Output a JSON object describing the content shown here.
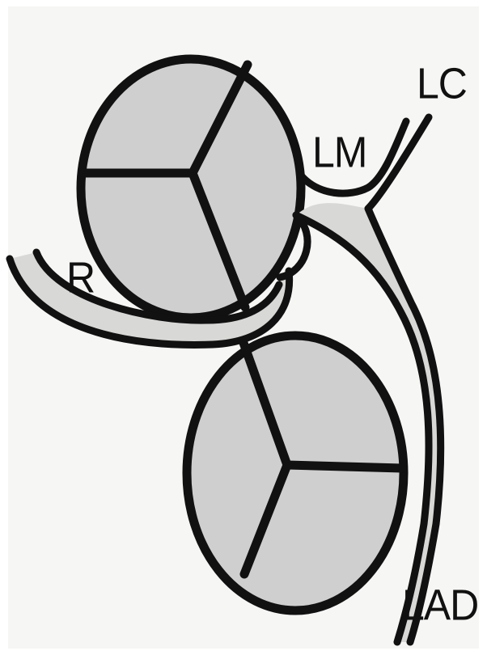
{
  "diagram": {
    "labels": {
      "lc": "LC",
      "lm": "LM",
      "r": "R",
      "lad": "LAD"
    },
    "colors": {
      "background": "#f6f6f4",
      "outline": "#111111",
      "cusp_fill": "#cfcfcf",
      "artery_fill": "#d8d8d6"
    }
  }
}
